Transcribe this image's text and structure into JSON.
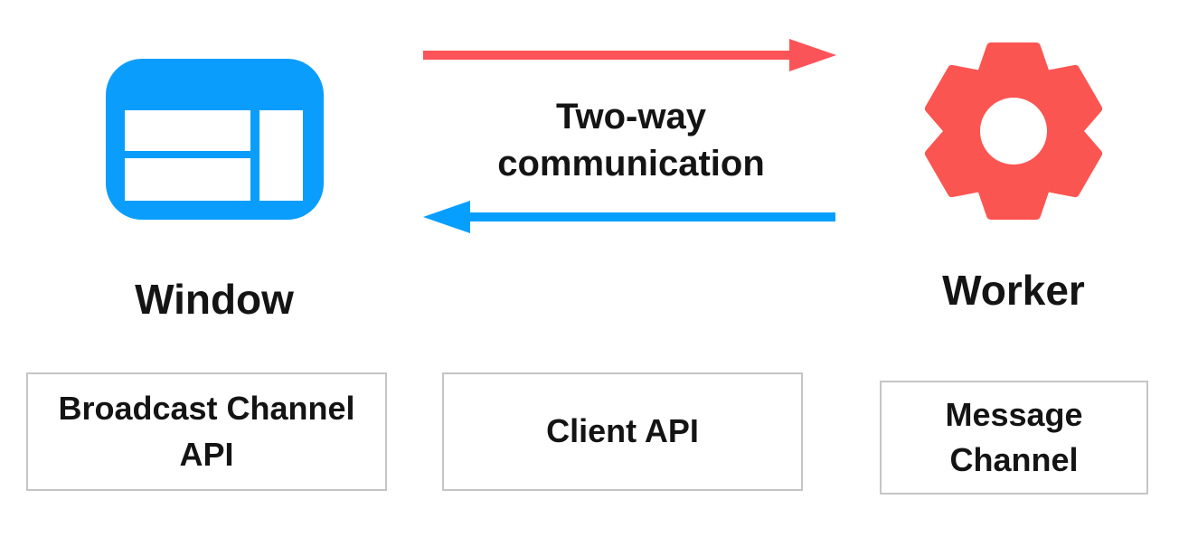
{
  "colors": {
    "canvas_bg": "#ffffff",
    "window_blue": "#0B9DFC",
    "worker_red": "#FB5552",
    "arrow_red": "#FB5458",
    "arrow_blue": "#079FFF",
    "text": "#141414",
    "box_border": "#c5c5c5"
  },
  "nodes": {
    "window": {
      "label": "Window",
      "icon": "browser-window-icon"
    },
    "worker": {
      "label": "Worker",
      "icon": "gear-icon"
    }
  },
  "connection": {
    "label": "Two-way\ncommunication",
    "forward_arrow": "window-to-worker",
    "backward_arrow": "worker-to-window"
  },
  "channels": [
    {
      "label": "Broadcast Channel\nAPI"
    },
    {
      "label": "Client API"
    },
    {
      "label": "Message\nChannel"
    }
  ]
}
